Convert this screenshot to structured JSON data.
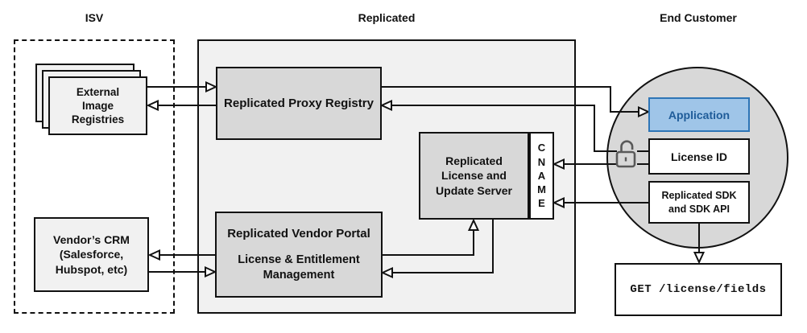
{
  "headers": {
    "isv": "ISV",
    "replicated": "Replicated",
    "end_customer": "End Customer"
  },
  "nodes": {
    "external_registries": "External\nImage\nRegistries",
    "vendors_crm": "Vendor’s CRM\n(Salesforce,\nHubspot, etc)",
    "proxy_registry": "Replicated Proxy Registry",
    "vendor_portal_title": "Replicated Vendor Portal",
    "vendor_portal_subtitle": "License & Entitlement\nManagement",
    "update_server": "Replicated\nLicense and\nUpdate Server",
    "cname": "C\nN\nA\nM\nE",
    "application": "Application",
    "license_id": "License ID",
    "sdk": "Replicated SDK\nand SDK API",
    "get_request": "GET /license/fields"
  },
  "icons": {
    "unlock": "unlock-icon"
  },
  "colors": {
    "application_fill": "#9fc5e8",
    "application_border": "#2e75b6",
    "application_text": "#1f5c99",
    "node_gray": "#d8d8d8",
    "container_gray": "#f1f1f1",
    "line_black": "#111111"
  }
}
